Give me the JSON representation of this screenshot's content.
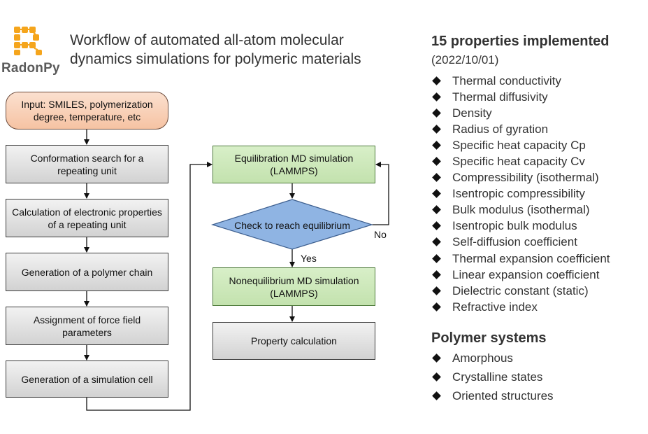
{
  "header": {
    "logo_text": "RadonPy",
    "title_line1": "Workflow of automated all-atom molecular",
    "title_line2": "dynamics simulations for polymeric materials"
  },
  "workflow": {
    "input": "Input: SMILES, polymerization degree, temperature, etc",
    "steps": [
      "Conformation search for a repeating unit",
      "Calculation of electronic properties of a repeating unit",
      "Generation of a polymer chain",
      "Assignment of force field parameters",
      "Generation of a simulation cell"
    ],
    "equilibration": "Equilibration MD simulation (LAMMPS)",
    "decision": "Check to reach equilibrium",
    "no_label": "No",
    "yes_label": "Yes",
    "nonequilibrium": "Nonequilibrium MD simulation (LAMMPS)",
    "property_calc": "Property calculation"
  },
  "properties": {
    "title": "15 properties implemented",
    "date": "(2022/10/01)",
    "items": [
      "Thermal conductivity",
      "Thermal diffusivity",
      "Density",
      "Radius of gyration",
      "Specific heat capacity Cp",
      "Specific heat capacity Cv",
      "Compressibility (isothermal)",
      "Isentropic compressibility",
      "Bulk modulus (isothermal)",
      "Isentropic bulk modulus",
      "Self-diffusion coefficient",
      "Thermal expansion coefficient",
      "Linear expansion coefficient",
      "Dielectric constant (static)",
      "Refractive index"
    ]
  },
  "systems": {
    "title": "Polymer systems",
    "items": [
      "Amorphous",
      "Crystalline states",
      "Oriented structures"
    ]
  },
  "colors": {
    "logo": "#f5a51c",
    "input_fill": "#f8cdb0",
    "step_fill": "#e0e0e0",
    "md_fill": "#cce8b8",
    "diamond_fill": "#8fb4e3"
  },
  "icons": {
    "logo": "radonpy-logo-icon",
    "bullet": "diamond-bullet-icon"
  }
}
